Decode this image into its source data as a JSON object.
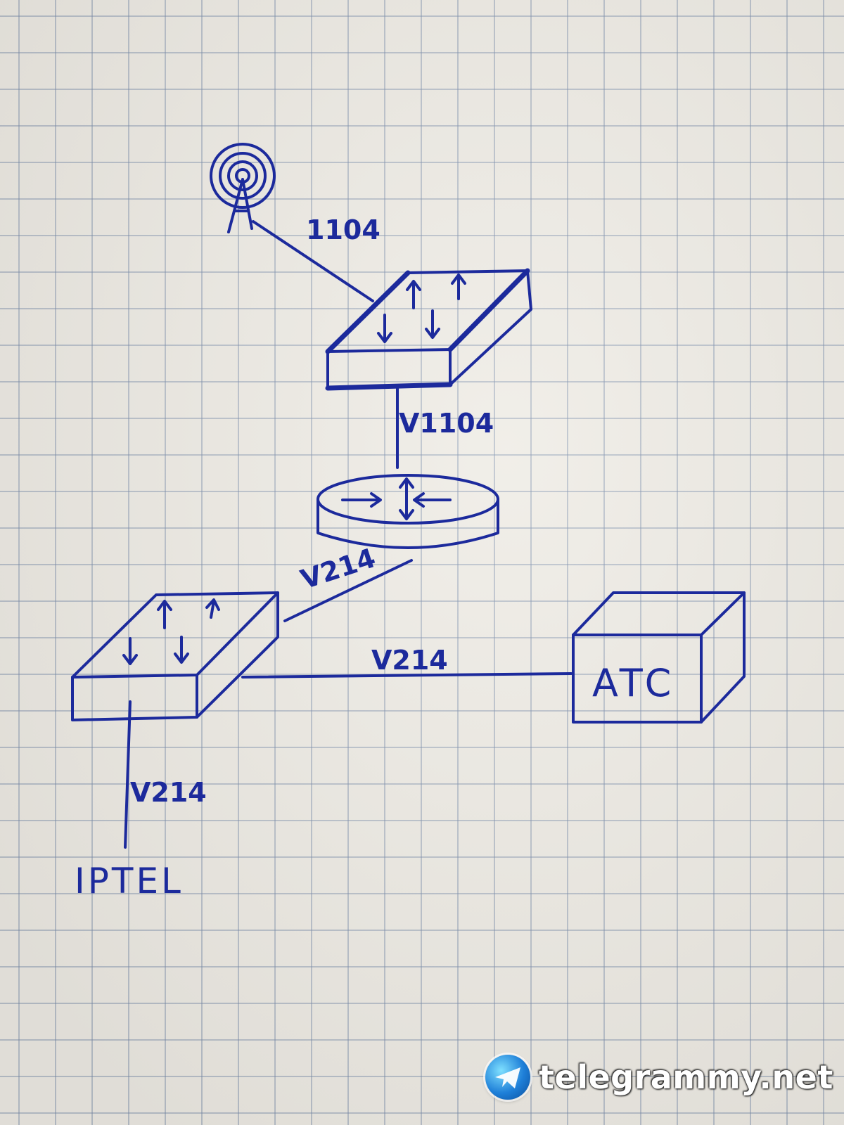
{
  "diagram": {
    "link_antenna": "1104",
    "link_switch_router": "V1104",
    "link_router_switch": "V214",
    "link_switch_atc": "V214",
    "link_switch_iptel": "V214",
    "atc_label": "ATC",
    "iptel_label": "IPTEL"
  },
  "watermark": {
    "text": "telegrammy.net"
  },
  "colors": {
    "ink": "#1c2a9c",
    "paper": "#eeebe4"
  }
}
